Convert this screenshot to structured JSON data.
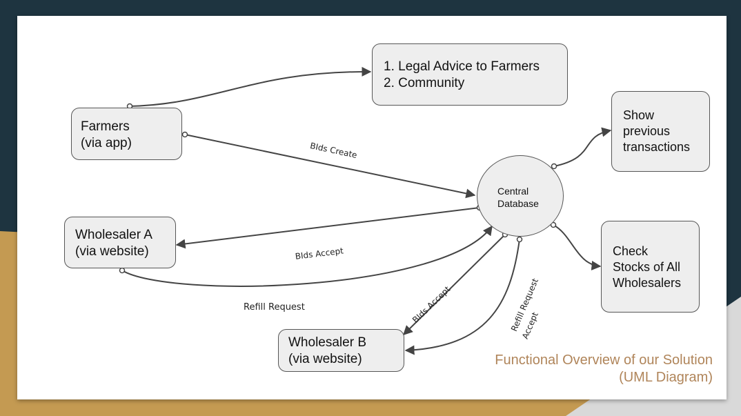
{
  "colors": {
    "background_dark": "#1e3440",
    "background_gold": "#c49a52",
    "slide": "#ffffff",
    "node_fill": "#eeeeee",
    "node_border": "#555555",
    "title_color": "#b0855a"
  },
  "nodes": {
    "legal_advice": {
      "line1": "1. Legal Advice to Farmers",
      "line2": "2. Community"
    },
    "farmers": {
      "line1": "Farmers",
      "line2": "(via app)"
    },
    "wholesaler_a": {
      "line1": "Wholesaler A",
      "line2": "(via website)"
    },
    "wholesaler_b": {
      "line1": "Wholesaler B",
      "line2": "(via website)"
    },
    "central_database": {
      "line1": "Central",
      "line2": "Database"
    },
    "show_transactions": {
      "line1": "Show",
      "line2": "previous",
      "line3": "transactions"
    },
    "check_stocks": {
      "line1": "Check",
      "line2": "Stocks of All",
      "line3": "Wholesalers"
    }
  },
  "edge_labels": {
    "bids_create": "BIds Create",
    "bids_accept_a": "BIds Accept",
    "refill_request_a": "Refill Request",
    "bids_accept_b": "BIds Accept",
    "refill_request_accept_line1": "Refill Request",
    "refill_request_accept_line2": "Accept"
  },
  "title": {
    "line1": "Functional Overview of our Solution",
    "line2": "(UML Diagram)"
  }
}
